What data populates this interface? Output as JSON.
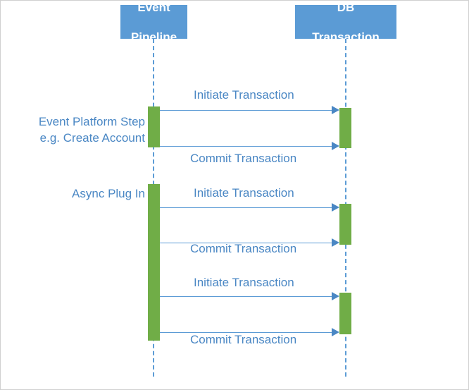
{
  "diagram": {
    "type": "sequence-diagram",
    "colors": {
      "actor_fill": "#5B9BD5",
      "actor_text": "#FFFFFF",
      "activation_fill": "#70AD47",
      "line": "#5B9BD5",
      "arrowhead": "#4A87C4",
      "label_text": "#4A87C4",
      "background": "#FFFFFF",
      "page_border": "#D0D0D0"
    },
    "actors": [
      {
        "id": "event-pipeline",
        "label": "Event\nPipeline",
        "line1": "Event",
        "line2": "Pipeline"
      },
      {
        "id": "db-transaction",
        "label": "DB\nTransaction",
        "line1": "DB",
        "line2": "Transaction"
      }
    ],
    "side_labels": [
      {
        "id": "event-platform-step",
        "text": "Event Platform Step\ne.g. Create Account"
      },
      {
        "id": "async-plug-in",
        "text": "Async Plug In"
      }
    ],
    "messages": [
      {
        "id": "initiate-1",
        "label": "Initiate Transaction",
        "from": "event-pipeline",
        "to": "db-transaction",
        "direction": "right"
      },
      {
        "id": "commit-1",
        "label": "Commit Transaction",
        "from": "event-pipeline",
        "to": "db-transaction",
        "direction": "right"
      },
      {
        "id": "initiate-2",
        "label": "Initiate Transaction",
        "from": "event-pipeline",
        "to": "db-transaction",
        "direction": "right"
      },
      {
        "id": "commit-2",
        "label": "Commit Transaction",
        "from": "event-pipeline",
        "to": "db-transaction",
        "direction": "right"
      },
      {
        "id": "initiate-3",
        "label": "Initiate Transaction",
        "from": "event-pipeline",
        "to": "db-transaction",
        "direction": "right"
      },
      {
        "id": "commit-3",
        "label": "Commit Transaction",
        "from": "event-pipeline",
        "to": "db-transaction",
        "direction": "right"
      }
    ]
  }
}
